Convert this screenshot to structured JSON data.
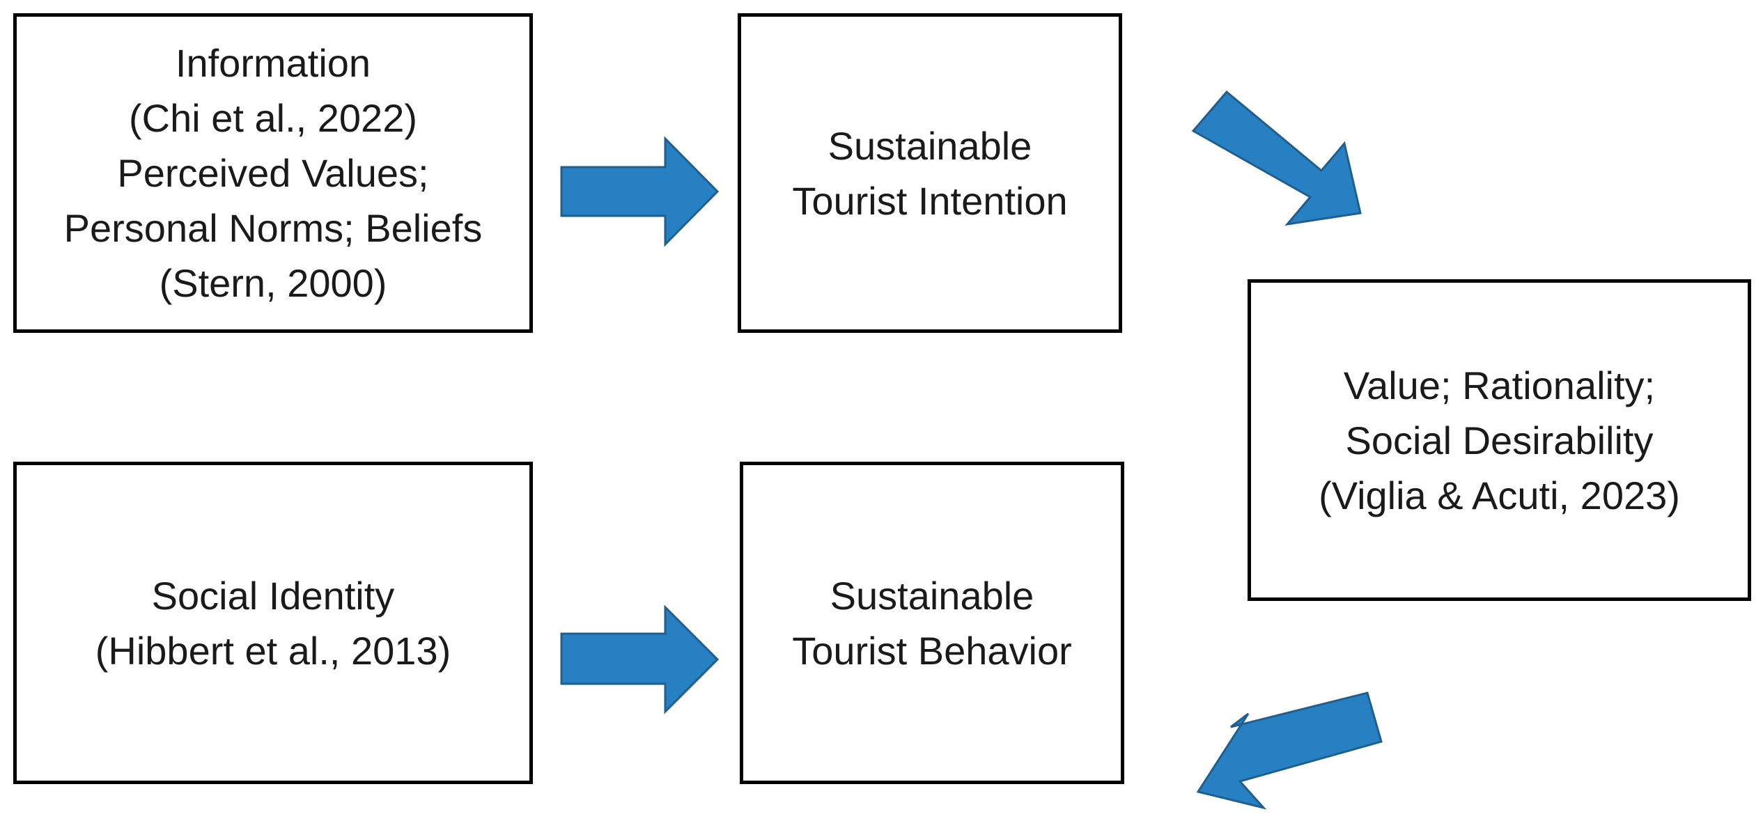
{
  "boxes": {
    "information": {
      "lines": [
        "Information",
        "(Chi et al., 2022)",
        "Perceived Values;",
        "Personal Norms; Beliefs",
        "(Stern, 2000)"
      ]
    },
    "intention": {
      "lines": [
        "Sustainable",
        "Tourist Intention"
      ]
    },
    "value": {
      "lines": [
        "Value; Rationality;",
        "Social Desirability",
        "(Viglia & Acuti, 2023)"
      ]
    },
    "identity": {
      "lines": [
        "Social Identity",
        "(Hibbert et al., 2013)"
      ]
    },
    "behavior": {
      "lines": [
        "Sustainable",
        "Tourist Behavior"
      ]
    }
  },
  "colors": {
    "arrow_fill": "#2680C2",
    "arrow_stroke": "#1F5F8F",
    "box_border": "#000000",
    "text": "#1a1a1a"
  }
}
